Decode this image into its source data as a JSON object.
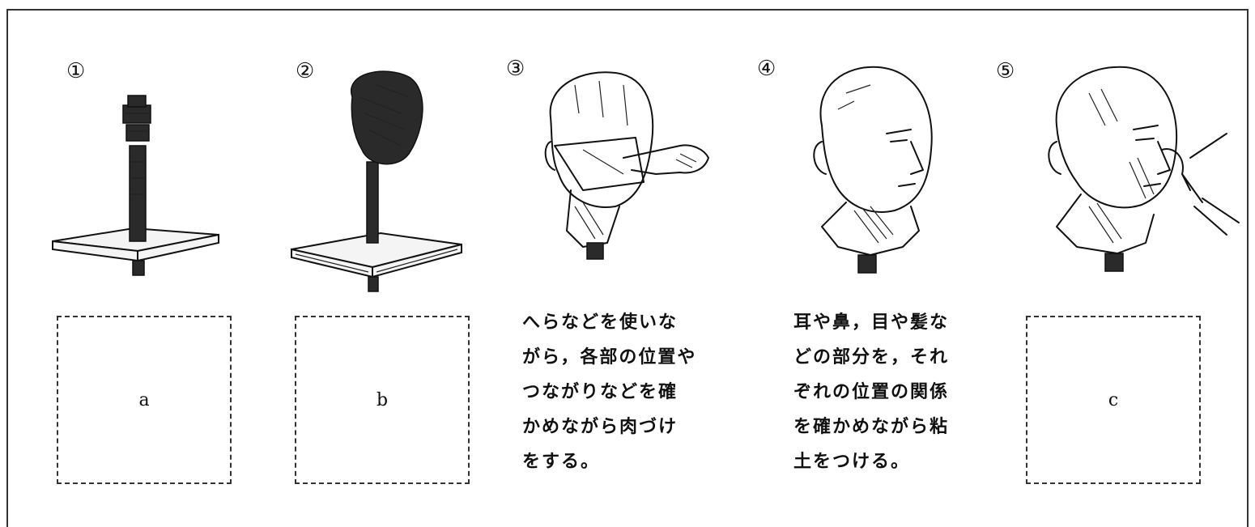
{
  "steps": [
    {
      "number": "①",
      "illustration": "armature-on-base",
      "blank": "a"
    },
    {
      "number": "②",
      "illustration": "rough-clay-head",
      "blank": "b"
    },
    {
      "number": "③",
      "illustration": "spatula-shaping-head",
      "text": [
        "へらなどを使いな",
        "がら，各部の位置や",
        "つながりなどを確",
        "かめながら肉づけ",
        "をする。"
      ]
    },
    {
      "number": "④",
      "illustration": "detailed-head",
      "text": [
        "耳や鼻，目や髪な",
        "どの部分を，それ",
        "ぞれの位置の関係",
        "を確かめながら粘",
        "土をつける。"
      ]
    },
    {
      "number": "⑤",
      "illustration": "finishing-head-with-tool",
      "blank": "c"
    }
  ]
}
